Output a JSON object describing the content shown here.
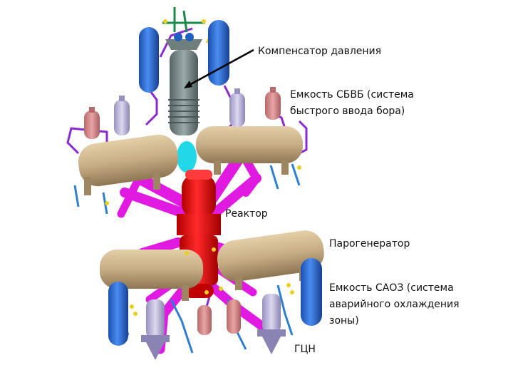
{
  "labels": {
    "pressurizer": "Компенсатор давления",
    "boron_tank": "Емкость СБВБ (система\nбыстрого ввода бора)",
    "reactor": "Реактор",
    "steam_generator": "Парогенератор",
    "eccs_tank": "Емкость САОЗ (система\nаварийного охлаждения\nзоны)",
    "pump": "ГЦН"
  },
  "colors": {
    "steam_generator": "#c7ad85",
    "reactor": "#e31010",
    "piping": "#e01ae0",
    "tank_blue": "#2f6fd6",
    "tank_pink": "#d88888",
    "tank_lavender": "#b9b3d6",
    "pressurizer": "#7a8a8a",
    "cyan": "#22d8e8",
    "thin_pipe_blue": "#2e7fd0",
    "thin_pipe_purple": "#8a2ad0",
    "valve_yellow": "#e8d020"
  }
}
